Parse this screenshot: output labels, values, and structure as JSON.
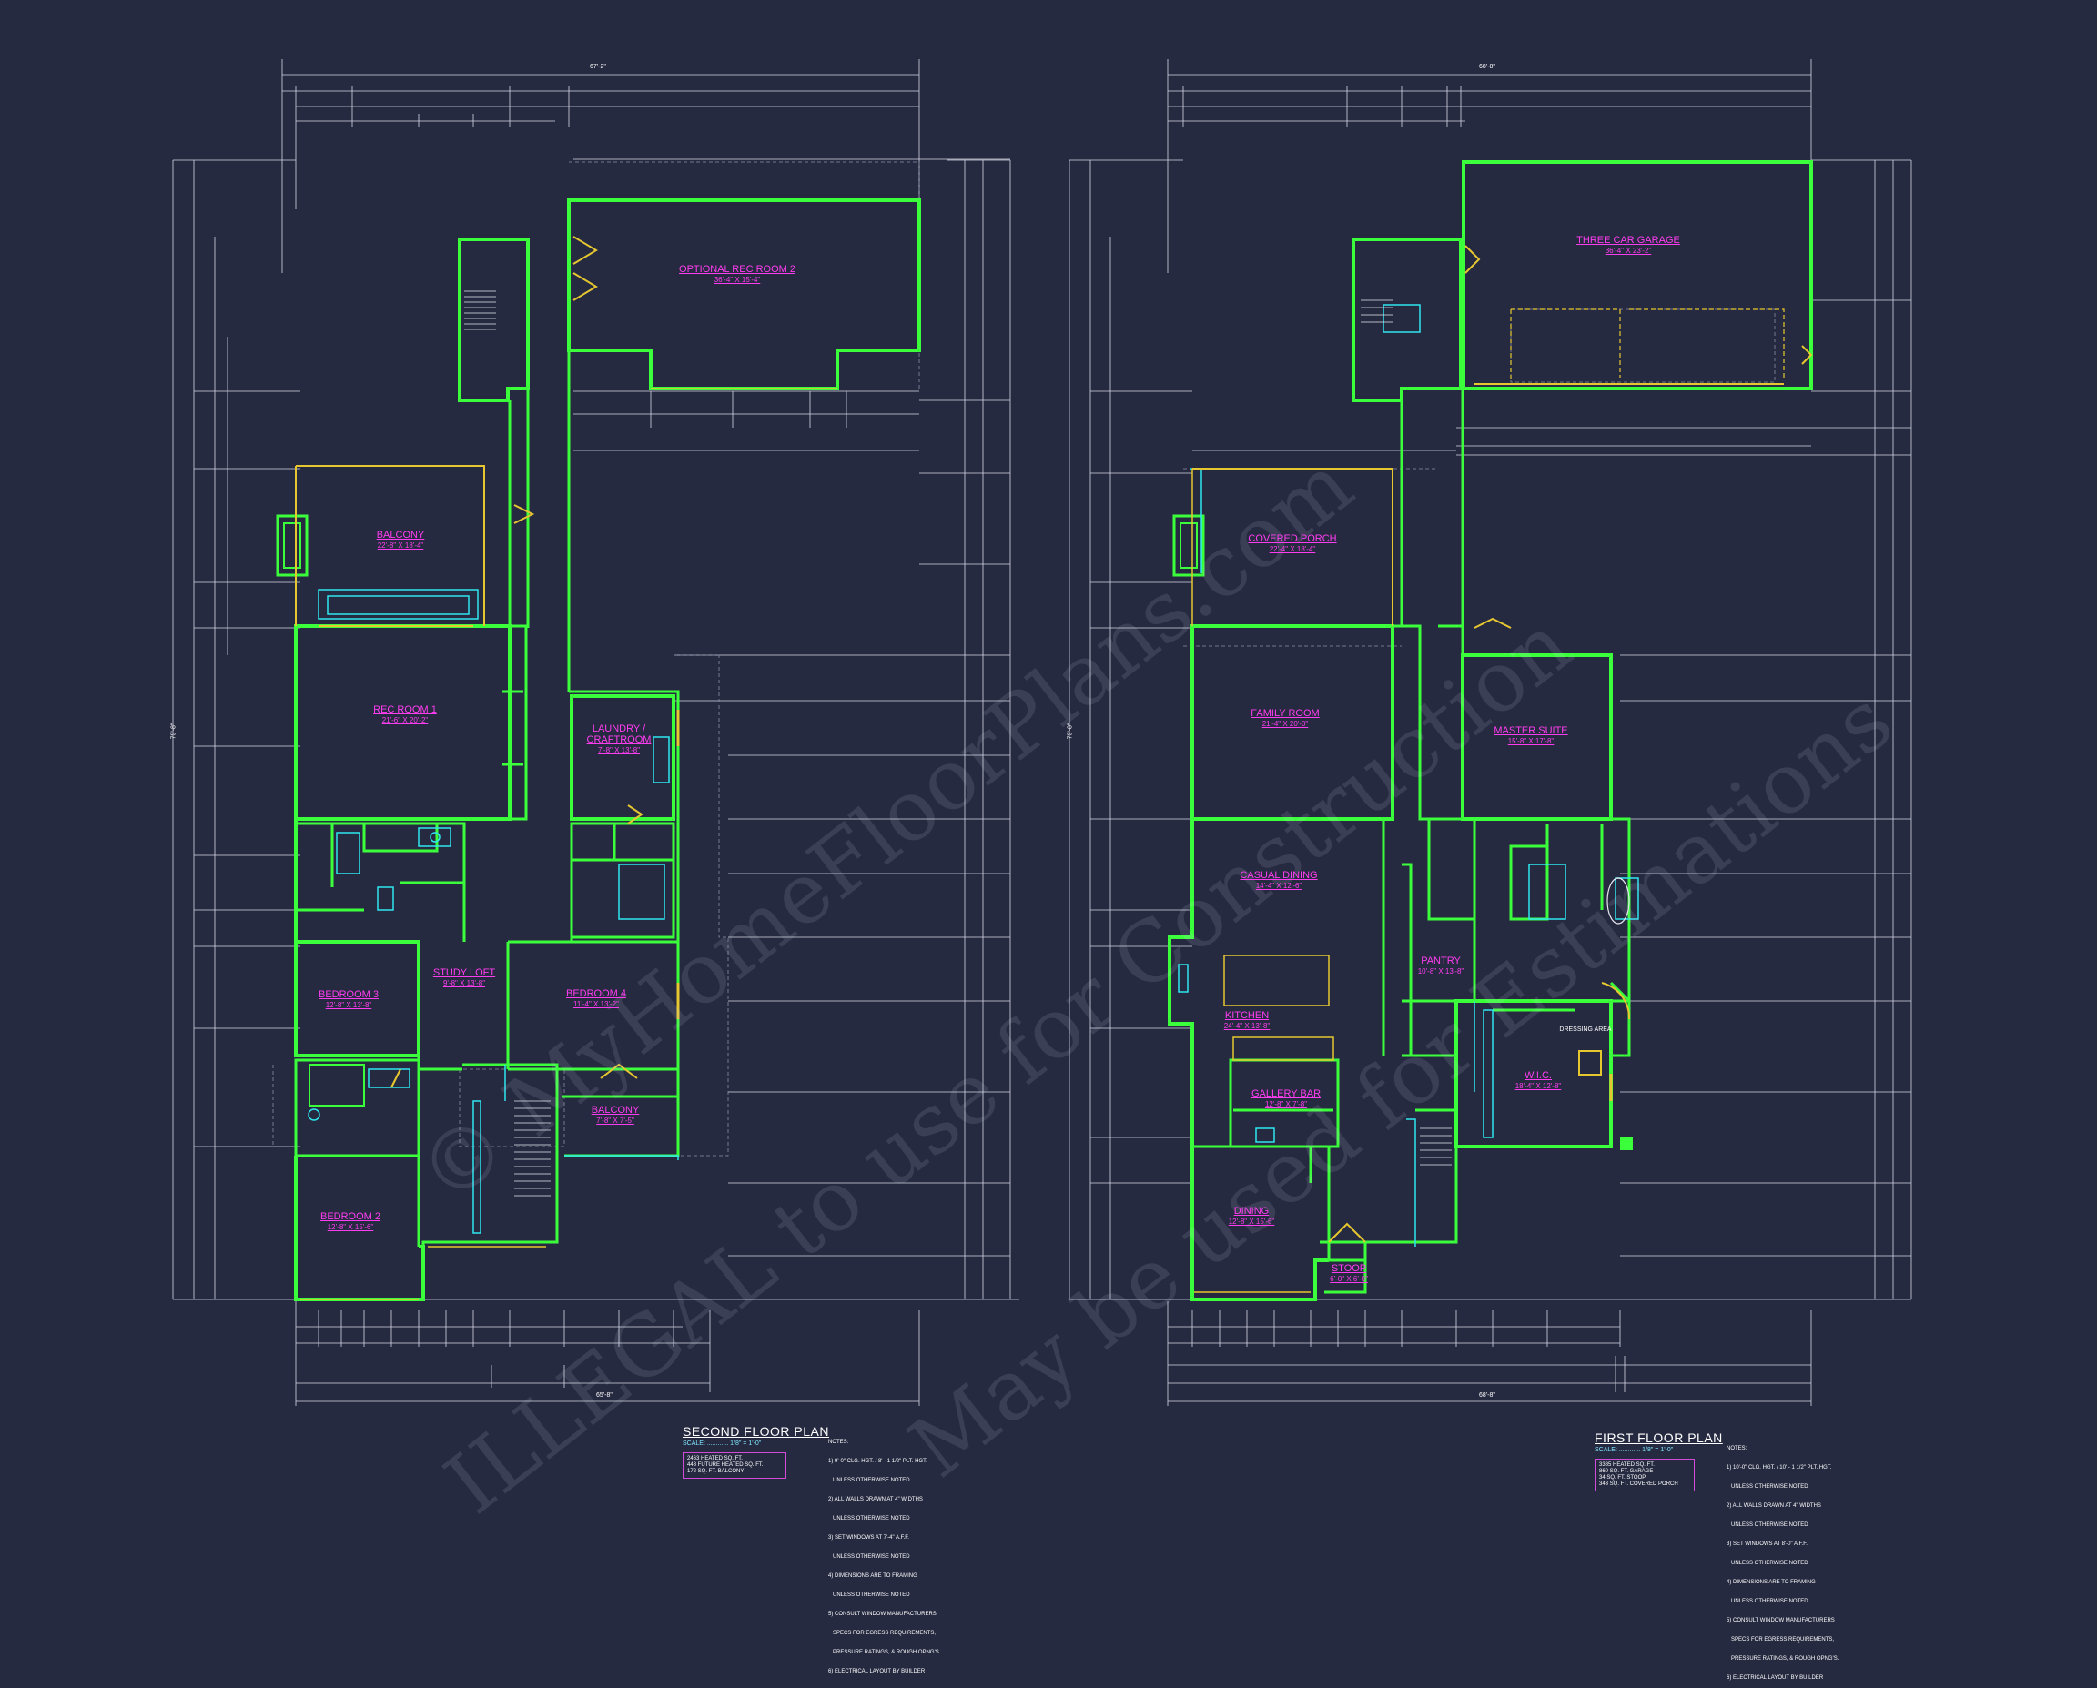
{
  "watermark": {
    "line1": "© MyHomeFloorPlans.com",
    "line2": "ILLEGAL to use for Construction",
    "line3": "May be used for Estimations"
  },
  "second_floor": {
    "title": "SECOND FLOOR PLAN",
    "scale": "SCALE: ............ 1/8\" = 1'-0\"",
    "areas": [
      "2463 HEATED SQ. FT.",
      "448 FUTURE HEATED SQ. FT.",
      "172 SQ. FT. BALCONY"
    ],
    "rooms": {
      "optional_rec_room": {
        "name": "OPTIONAL REC ROOM 2",
        "dim": "36'-4\" X 15'-4\""
      },
      "balcony_top": {
        "name": "BALCONY",
        "dim": "22'-8\" X 18'-4\""
      },
      "rec_room": {
        "name": "REC ROOM 1",
        "dim": "21'-6\" X 20'-2\""
      },
      "laundry": {
        "name": "LAUNDRY / CRAFTROOM",
        "dim": "7'-8\" X 13'-8\""
      },
      "study_loft": {
        "name": "STUDY LOFT",
        "dim": "9'-8\" X 13'-8\""
      },
      "bedroom3": {
        "name": "BEDROOM 3",
        "dim": "12'-8\" X 13'-8\""
      },
      "bedroom4": {
        "name": "BEDROOM 4",
        "dim": "11'-4\" X 13'-2\""
      },
      "bedroom2": {
        "name": "BEDROOM 2",
        "dim": "12'-8\" X 15'-6\""
      },
      "balcony_bottom": {
        "name": "BALCONY",
        "dim": "7'-8\" X 7'-5\""
      }
    }
  },
  "first_floor": {
    "title": "FIRST FLOOR PLAN",
    "scale": "SCALE: ............ 1/8\" = 1'-0\"",
    "areas": [
      "3385 HEATED SQ. FT.",
      "860 SQ. FT. GARAGE",
      "34 SQ. FT. STOOP",
      "343 SQ. FT. COVERED PORCH"
    ],
    "rooms": {
      "garage": {
        "name": "THREE CAR GARAGE",
        "dim": "36'-4\" X 23'-2\""
      },
      "covered_porch": {
        "name": "COVERED PORCH",
        "dim": "22'-4\" X 18'-4\""
      },
      "family_room": {
        "name": "FAMILY ROOM",
        "dim": "21'-4\" X 20'-0\""
      },
      "master_suite": {
        "name": "MASTER SUITE",
        "dim": "15'-8\" X 17'-8\""
      },
      "casual_dining": {
        "name": "CASUAL DINING",
        "dim": "14'-4\" X 12'-6\""
      },
      "pantry": {
        "name": "PANTRY",
        "dim": "10'-8\" X 13'-8\""
      },
      "kitchen": {
        "name": "KITCHEN",
        "dim": "24'-4\" X 13'-8\""
      },
      "gallery_bar": {
        "name": "GALLERY BAR",
        "dim": "12'-8\" X 7'-8\""
      },
      "wic": {
        "name": "W.I.C.",
        "dim": "18'-4\" X 12'-8\""
      },
      "dining": {
        "name": "DINING",
        "dim": "12'-8\" X 15'-6\""
      },
      "stoop": {
        "name": "STOOP",
        "dim": "6'-0\" X 6'-0\""
      },
      "dressing": {
        "name": "DRESSING AREA",
        "dim": ""
      }
    }
  },
  "notes": {
    "heading": "NOTES:",
    "second": [
      "1) 9'-0\" CLG. HGT. / 8' - 1 1/2\" PLT. HGT.",
      "   UNLESS OTHERWISE NOTED",
      "2) ALL WALLS DRAWN AT 4\" WIDTHS",
      "   UNLESS OTHERWISE NOTED",
      "3) SET WINDOWS AT 7'-4\" A.F.F.",
      "   UNLESS OTHERWISE NOTED",
      "4) DIMENSIONS ARE TO FRAMING",
      "   UNLESS OTHERWISE NOTED",
      "5) CONSULT WINDOW MANUFACTURERS",
      "   SPECS FOR EGRESS REQUIREMENTS,",
      "   PRESSURE RATINGS, & ROUGH OPNG'S.",
      "6) ELECTRICAL LAYOUT BY BUILDER"
    ],
    "first": [
      "1) 10'-0\" CLG. HGT. / 10' - 1 1/2\" PLT. HGT.",
      "   UNLESS OTHERWISE NOTED",
      "2) ALL WALLS DRAWN AT 4\" WIDTHS",
      "   UNLESS OTHERWISE NOTED",
      "3) SET WINDOWS AT 8'-0\" A.F.F.",
      "   UNLESS OTHERWISE NOTED",
      "4) DIMENSIONS ARE TO FRAMING",
      "   UNLESS OTHERWISE NOTED",
      "5) CONSULT WINDOW MANUFACTURERS",
      "   SPECS FOR EGRESS REQUIREMENTS,",
      "   PRESSURE RATINGS, & ROUGH OPNG'S.",
      "6) ELECTRICAL LAYOUT BY BUILDER"
    ]
  },
  "dimensions": {
    "second_overall_top": "67'-2\"",
    "second_overall_bottom": "65'-8\"",
    "second_overall_side": "79'-8\"",
    "first_overall_top": "68'-8\"",
    "first_overall_bottom": "68'-8\"",
    "first_overall_side": "79'-8\""
  }
}
